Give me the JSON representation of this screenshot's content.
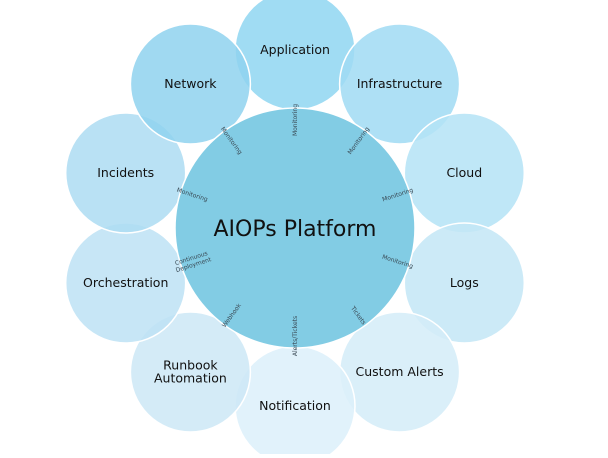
{
  "diagram": {
    "center": {
      "label": "AIOPs Platform"
    },
    "colors": {
      "center_fill": "#6cc3df",
      "background": "#ffffff",
      "ring_stroke": "#ffffff"
    },
    "satellites": [
      {
        "label": "Application",
        "connector": "Monitoring",
        "fill": "#8fd6f1"
      },
      {
        "label": "Infrastructure",
        "connector": "Monitoring",
        "fill": "#a0dbf3"
      },
      {
        "label": "Cloud",
        "connector": "Monitoring",
        "fill": "#b4e3f6"
      },
      {
        "label": "Logs",
        "connector": "Monitoring",
        "fill": "#c3e6f6"
      },
      {
        "label": "Custom Alerts",
        "connector": "Tickets",
        "fill": "#d4ecf8"
      },
      {
        "label": "Notification",
        "connector": "Alerts/Tickets",
        "fill": "#dcf0fa"
      },
      {
        "label": "Runbook Automation",
        "connector": "Webhook",
        "fill": "#cce8f6"
      },
      {
        "label": "Orchestration",
        "connector": "Continuous Deployment",
        "fill": "#bde2f4"
      },
      {
        "label": "Incidents",
        "connector": "Monitoring",
        "fill": "#addcf2"
      },
      {
        "label": "Network",
        "connector": "Monitoring",
        "fill": "#8fd2ee"
      }
    ]
  }
}
